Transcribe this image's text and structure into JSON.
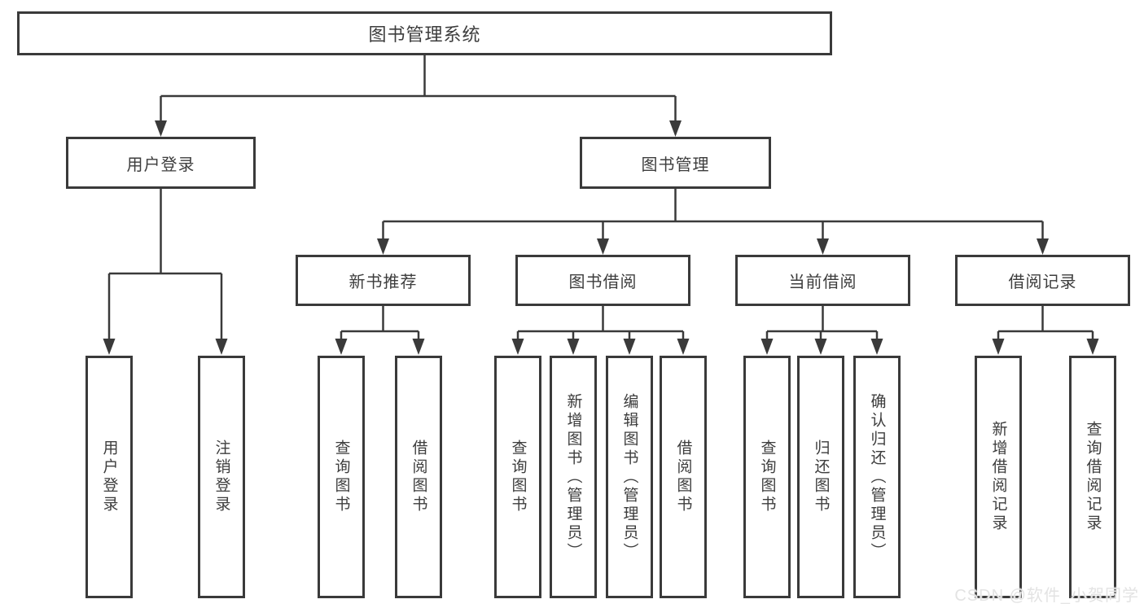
{
  "nodes": {
    "root": "图书管理系统",
    "user_login": "用户登录",
    "book_mgmt": "图书管理",
    "new_book_rec": "新书推荐",
    "book_borrow": "图书借阅",
    "current_borrow": "当前借阅",
    "borrow_records": "借阅记录",
    "leaf_user_login": "用户登录",
    "leaf_logout": "注销登录",
    "leaf_nb_query": "查询图书",
    "leaf_nb_borrow": "借阅图书",
    "leaf_bb_query": "查询图书",
    "leaf_bb_add": "新增图书（管理员）",
    "leaf_bb_edit": "编辑图书（管理员）",
    "leaf_bb_borrow": "借阅图书",
    "leaf_cb_query": "查询图书",
    "leaf_cb_return": "归还图书",
    "leaf_cb_confirm": "确认归还（管理员）",
    "leaf_br_add": "新增借阅记录",
    "leaf_br_query": "查询借阅记录"
  },
  "hierarchy": {
    "图书管理系统": {
      "用户登录": [
        "用户登录",
        "注销登录"
      ],
      "图书管理": {
        "新书推荐": [
          "查询图书",
          "借阅图书"
        ],
        "图书借阅": [
          "查询图书",
          "新增图书（管理员）",
          "编辑图书（管理员）",
          "借阅图书"
        ],
        "当前借阅": [
          "查询图书",
          "归还图书",
          "确认归还（管理员）"
        ],
        "借阅记录": [
          "新增借阅记录",
          "查询借阅记录"
        ]
      }
    }
  },
  "watermark": "CSDN @软件_小贺同学",
  "colors": {
    "line": "#3a3a3a",
    "text": "#3d3d3d",
    "background": "#ffffff"
  }
}
